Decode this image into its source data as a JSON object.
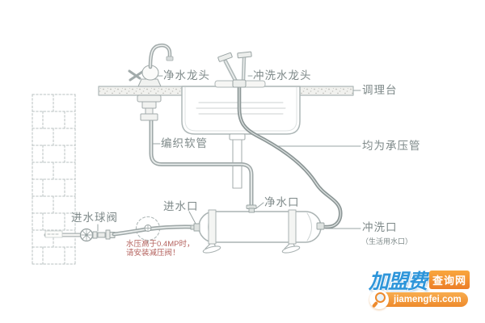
{
  "diagram": {
    "labels": {
      "clean_faucet": "净水龙头",
      "flush_faucet": "冲洗水龙头",
      "counter": "调理台",
      "braided_hose": "编织软管",
      "pressure_pipes": "均为承压管",
      "inlet_ball_valve": "进水球阀",
      "water_inlet": "进水口",
      "clean_outlet": "净水口",
      "flush_outlet": "冲洗口",
      "flush_outlet_sub": "（生活用水口）"
    },
    "warning": {
      "line1": "水压高于0.4MP时，",
      "line2": "请安装减压阀！"
    },
    "colors": {
      "line": "#aeb7b7",
      "hose": "#9fa8a8",
      "flush_hose": "#8d9797",
      "label_text": "#7e8989",
      "warning_text": "#b4625e"
    }
  },
  "watermark": {
    "brand": "加盟费",
    "site": "查询网",
    "domain": "jiamengfei.com",
    "icon": "magnifier-icon",
    "colors": {
      "brand_blue": "#2d95da",
      "badge_orange": "#ee8a2c"
    }
  }
}
